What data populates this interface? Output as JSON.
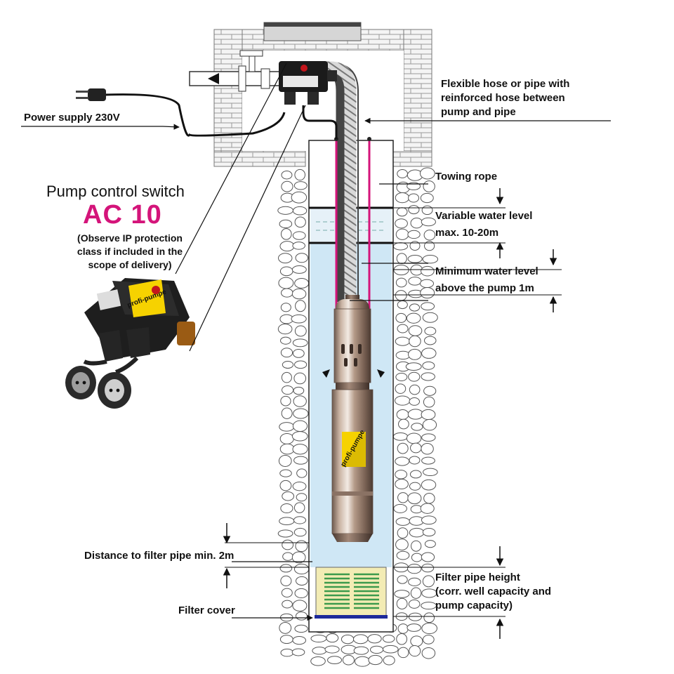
{
  "labels": {
    "power_supply": "Power supply 230V",
    "flexible_hose": [
      "Flexible hose or pipe with",
      "reinforced hose between",
      "pump and pipe"
    ],
    "towing_rope": "Towing rope",
    "variable_level": [
      "Variable water level",
      "max. 10-20m"
    ],
    "minimum_level": [
      "Minimum water level",
      "above the pump 1m"
    ],
    "distance_filter": "Distance to filter pipe min. 2m",
    "filter_height": [
      "Filter pipe height",
      "(corr. well capacity and",
      "pump capacity)"
    ],
    "filter_cover": "Filter cover"
  },
  "switch": {
    "title": "Pump control switch",
    "model": "AC 10",
    "note": [
      "(Observe IP protection",
      "class if included in the",
      "scope of delivery)"
    ],
    "brand": "profi-pumpe"
  },
  "pump": {
    "brand": "profi-pumpe"
  },
  "colors": {
    "accent_magenta": "#d4147a",
    "water": "#cfe7f5",
    "brand_yellow": "#f6d200"
  }
}
